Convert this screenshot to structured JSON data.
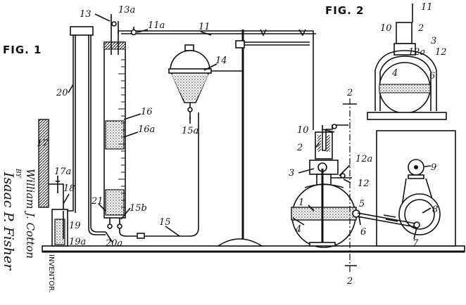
{
  "figures": {
    "fig1": "FIG. 1",
    "fig2": "FIG. 2"
  },
  "labels": {
    "l13": "13",
    "l13a": "13a",
    "l11a": "11a",
    "l11": "11",
    "l20": "20",
    "l16": "16",
    "l16a": "16a",
    "l14": "14",
    "l15a": "15a",
    "l17": "17",
    "l17a": "17a",
    "l18": "18",
    "l19": "19",
    "l19a": "19a",
    "l20a": "20a",
    "l21": "21",
    "l15b": "15b",
    "l15": "15",
    "l10": "10",
    "l2": "2",
    "l3": "3",
    "l12a": "12a",
    "l12": "12",
    "l1": "1",
    "l5": "5",
    "l4": "4",
    "l6": "6",
    "l9": "9",
    "l8": "8",
    "l7": "7",
    "sec_top": "2",
    "sec_bottom": "2"
  },
  "fig2_labels": {
    "l11": "11",
    "l10": "10",
    "l2": "2",
    "l3": "3",
    "l12a": "12a",
    "l12": "12",
    "l4": "4",
    "l6": "6"
  },
  "signature": {
    "inventor_name": "William J. Cotton",
    "by": "BY",
    "attorney": "Isaac P. Fisher",
    "inventor_caption": "INVENTOR."
  }
}
